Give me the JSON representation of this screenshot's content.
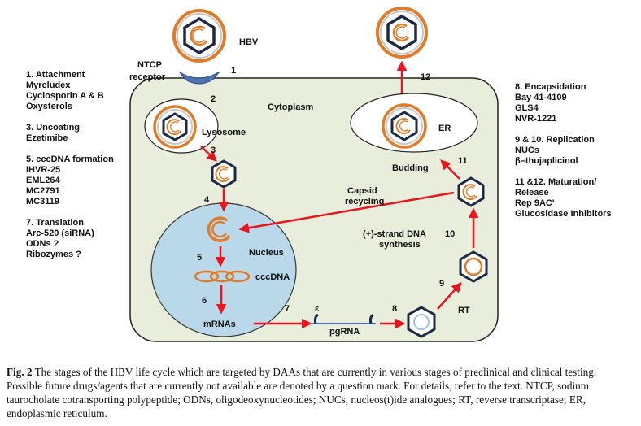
{
  "diagram": {
    "hbv": "HBV",
    "ntcp_line1": "NTCP",
    "ntcp_line2": "receptor",
    "cytoplasm": "Cytoplasm",
    "lysosome": "Lysosome",
    "nucleus": "Nucleus",
    "er": "ER",
    "budding": "Budding",
    "capsid_line1": "Capsid",
    "capsid_line2": "recycling",
    "plus_line1": "(+)-strand DNA",
    "plus_line2": "synthesis",
    "cccdna": "cccDNA",
    "mrnas": "mRNAs",
    "epsilon": "ε",
    "pgrna": "pgRNA",
    "rt": "RT",
    "steps": [
      "1",
      "2",
      "3",
      "4",
      "5",
      "6",
      "7",
      "8",
      "9",
      "10",
      "11",
      "12"
    ]
  },
  "left_panel": [
    {
      "heading": "1. Attachment",
      "items": [
        "Myrcludex",
        "Cyclosporin A & B",
        "Oxysterols"
      ]
    },
    {
      "heading": "3. Uncoating",
      "items": [
        "Ezetimibe"
      ]
    },
    {
      "heading": "5. cccDNA formation",
      "items": [
        "IHVR-25",
        "EML264",
        "MC2791",
        "MC3119"
      ]
    },
    {
      "heading": "7. Translation",
      "items": [
        "Arc-520 (siRNA)",
        "ODNs ?",
        "Ribozymes ?"
      ]
    }
  ],
  "right_panel": [
    {
      "heading": "8. Encapsidation",
      "items": [
        "Bay 41-4109",
        "GLS4",
        "NVR-1221"
      ]
    },
    {
      "heading": "9 & 10. Replication",
      "items": [
        "NUCs",
        "β–thujaplicinol"
      ]
    },
    {
      "heading": "11 &12. Maturation/",
      "items": [
        "Release",
        "Rep 9AC'",
        "Glucosidase Inhibitors"
      ]
    }
  ],
  "caption": {
    "label": "Fig. 2",
    "text": "The stages of the HBV life cycle which are targeted by DAAs that are currently in various stages of preclinical and clinical testing. Possible future drugs/agents that are currently not available are denoted by a question mark. For details, refer to the text. NTCP, sodium taurocholate cotransporting polypeptide; ODNs, oligodeoxynucleotides; NUCs, nucleos(t)ide analogues; RT, reverse transcriptase; ER, endoplasmic reticulum."
  },
  "colors": {
    "cell_fill": "#e9eddc",
    "nucleus_fill": "#b9d9ea",
    "orange": "#e07b2a",
    "arrow_red": "#e8141e",
    "receptor_blue": "#4a73b0",
    "envelope_gray": "#c8c8c8"
  }
}
